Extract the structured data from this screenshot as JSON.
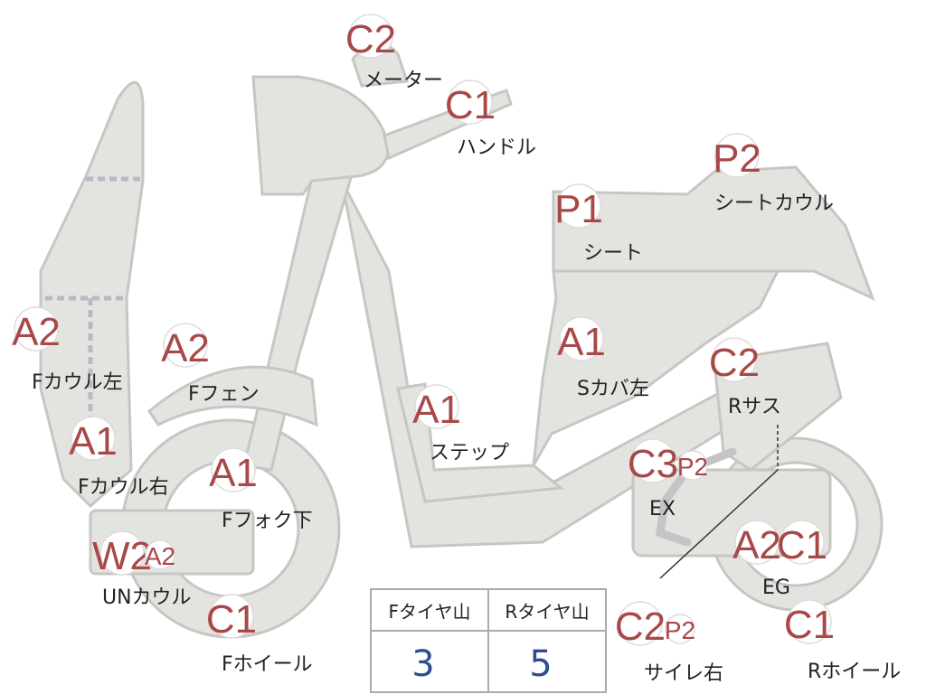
{
  "colors": {
    "part_fill": "#e3e3e0",
    "part_stroke": "#c6c6c3",
    "code_text": "#a84848",
    "label_text": "#222222",
    "tire_value": "#2d4d8f",
    "exhaust": "#c4c4c4"
  },
  "parts": [
    {
      "id": "meter",
      "codes": [
        "C2"
      ],
      "label": "メーター"
    },
    {
      "id": "handle",
      "codes": [
        "C1"
      ],
      "label": "ハンドル"
    },
    {
      "id": "seat",
      "codes": [
        "P1"
      ],
      "label": "シート"
    },
    {
      "id": "seat-cowl",
      "codes": [
        "P2"
      ],
      "label": "シートカウル"
    },
    {
      "id": "f-cowl-left",
      "codes": [
        "A2"
      ],
      "label": "Fカウル左"
    },
    {
      "id": "f-fender",
      "codes": [
        "A2"
      ],
      "label": "Fフェン"
    },
    {
      "id": "s-cover-left",
      "codes": [
        "A1"
      ],
      "label": "Sカバ左"
    },
    {
      "id": "r-suspension",
      "codes": [
        "C2"
      ],
      "label": "Rサス"
    },
    {
      "id": "step",
      "codes": [
        "A1"
      ],
      "label": "ステップ"
    },
    {
      "id": "f-cowl-right",
      "codes": [
        "A1"
      ],
      "label": "Fカウル右"
    },
    {
      "id": "f-fork-lower",
      "codes": [
        "A1"
      ],
      "label": "Fフォク下"
    },
    {
      "id": "exhaust",
      "codes": [
        "C3",
        "P2"
      ],
      "label": "EX"
    },
    {
      "id": "un-cowl",
      "codes": [
        "W2",
        "A2"
      ],
      "label": "UNカウル"
    },
    {
      "id": "engine",
      "codes": [
        "A2",
        "C1"
      ],
      "label": "EG"
    },
    {
      "id": "f-wheel",
      "codes": [
        "C1"
      ],
      "label": "Fホイール"
    },
    {
      "id": "muffler-right",
      "codes": [
        "C2",
        "P2"
      ],
      "label": "サイレ右"
    },
    {
      "id": "r-wheel",
      "codes": [
        "C1"
      ],
      "label": "Rホイール"
    }
  ],
  "tire_tread": {
    "headers": [
      "Fタイヤ山",
      "Rタイヤ山"
    ],
    "values": [
      "3",
      "5"
    ]
  }
}
